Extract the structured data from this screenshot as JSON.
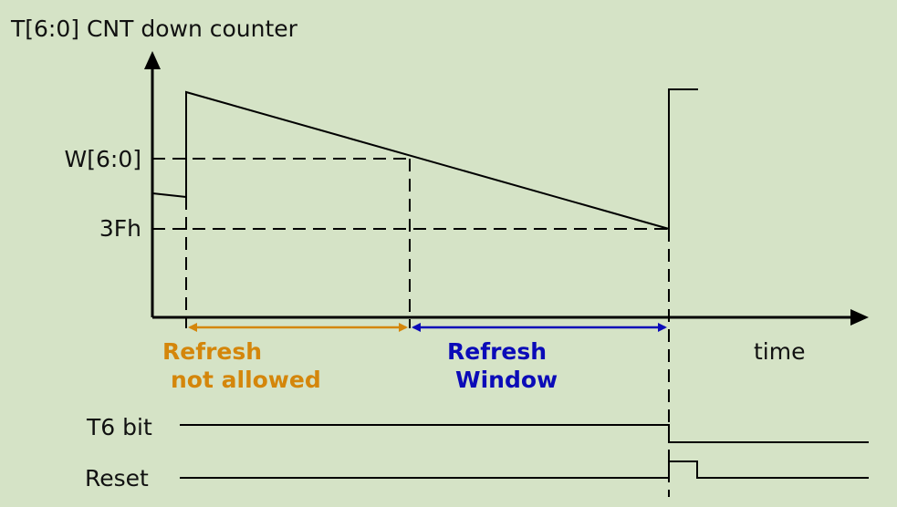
{
  "title": "T[6:0] CNT down counter",
  "y_levels": {
    "window": "W[6:0]",
    "threshold": "3Fh"
  },
  "x_axis_label": "time",
  "regions": {
    "not_allowed": {
      "line1": "Refresh",
      "line2": "not allowed",
      "color": "#d4860b"
    },
    "window": {
      "line1": "Refresh",
      "line2": "Window",
      "color": "#0b0bb8"
    }
  },
  "signals": {
    "t6": "T6 bit",
    "reset": "Reset"
  },
  "colors": {
    "background": "#d5e3c6",
    "line": "#000000"
  }
}
